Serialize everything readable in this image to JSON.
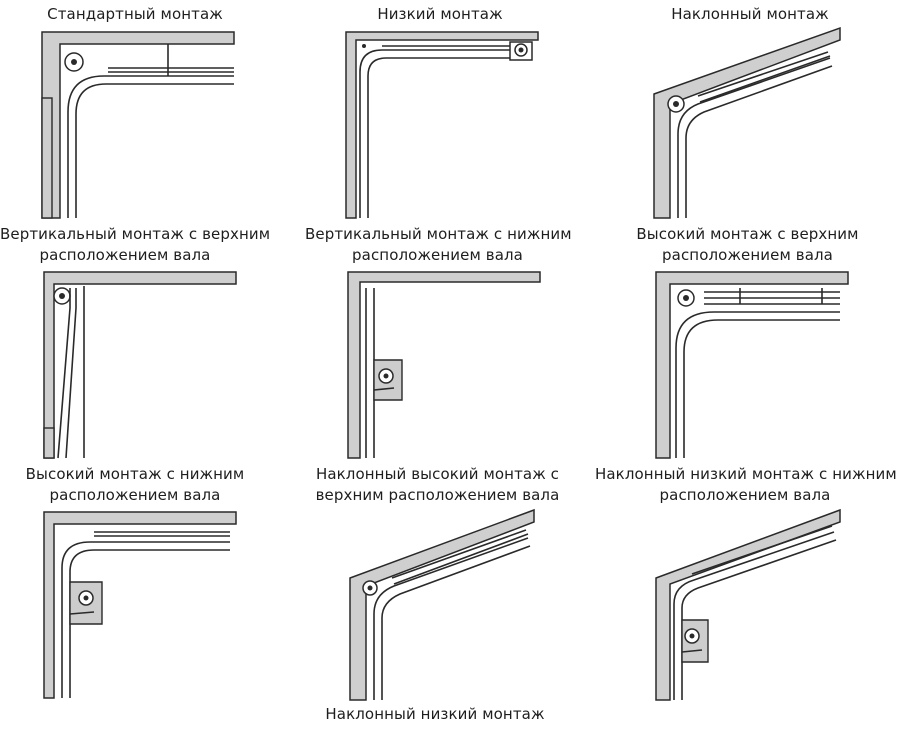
{
  "labels": [
    {
      "line1": "Стандартный монтаж",
      "line2": ""
    },
    {
      "line1": "Низкий монтаж",
      "line2": ""
    },
    {
      "line1": "Наклонный монтаж",
      "line2": ""
    },
    {
      "line1": "Вертикальный монтаж с верхним",
      "line2": "расположением вала"
    },
    {
      "line1": "Вертикальный монтаж с нижним",
      "line2": "расположением вала"
    },
    {
      "line1": "Высокий монтаж с верхним",
      "line2": "расположением вала"
    },
    {
      "line1": "Высокий монтаж с нижним",
      "line2": "расположением вала"
    },
    {
      "line1": "Наклонный высокий монтаж с",
      "line2": "верхним расположением вала"
    },
    {
      "line1": "Наклонный низкий монтаж с нижним",
      "line2": "расположением вала"
    },
    {
      "line1": "Наклонный низкий монтаж",
      "line2": ""
    }
  ]
}
